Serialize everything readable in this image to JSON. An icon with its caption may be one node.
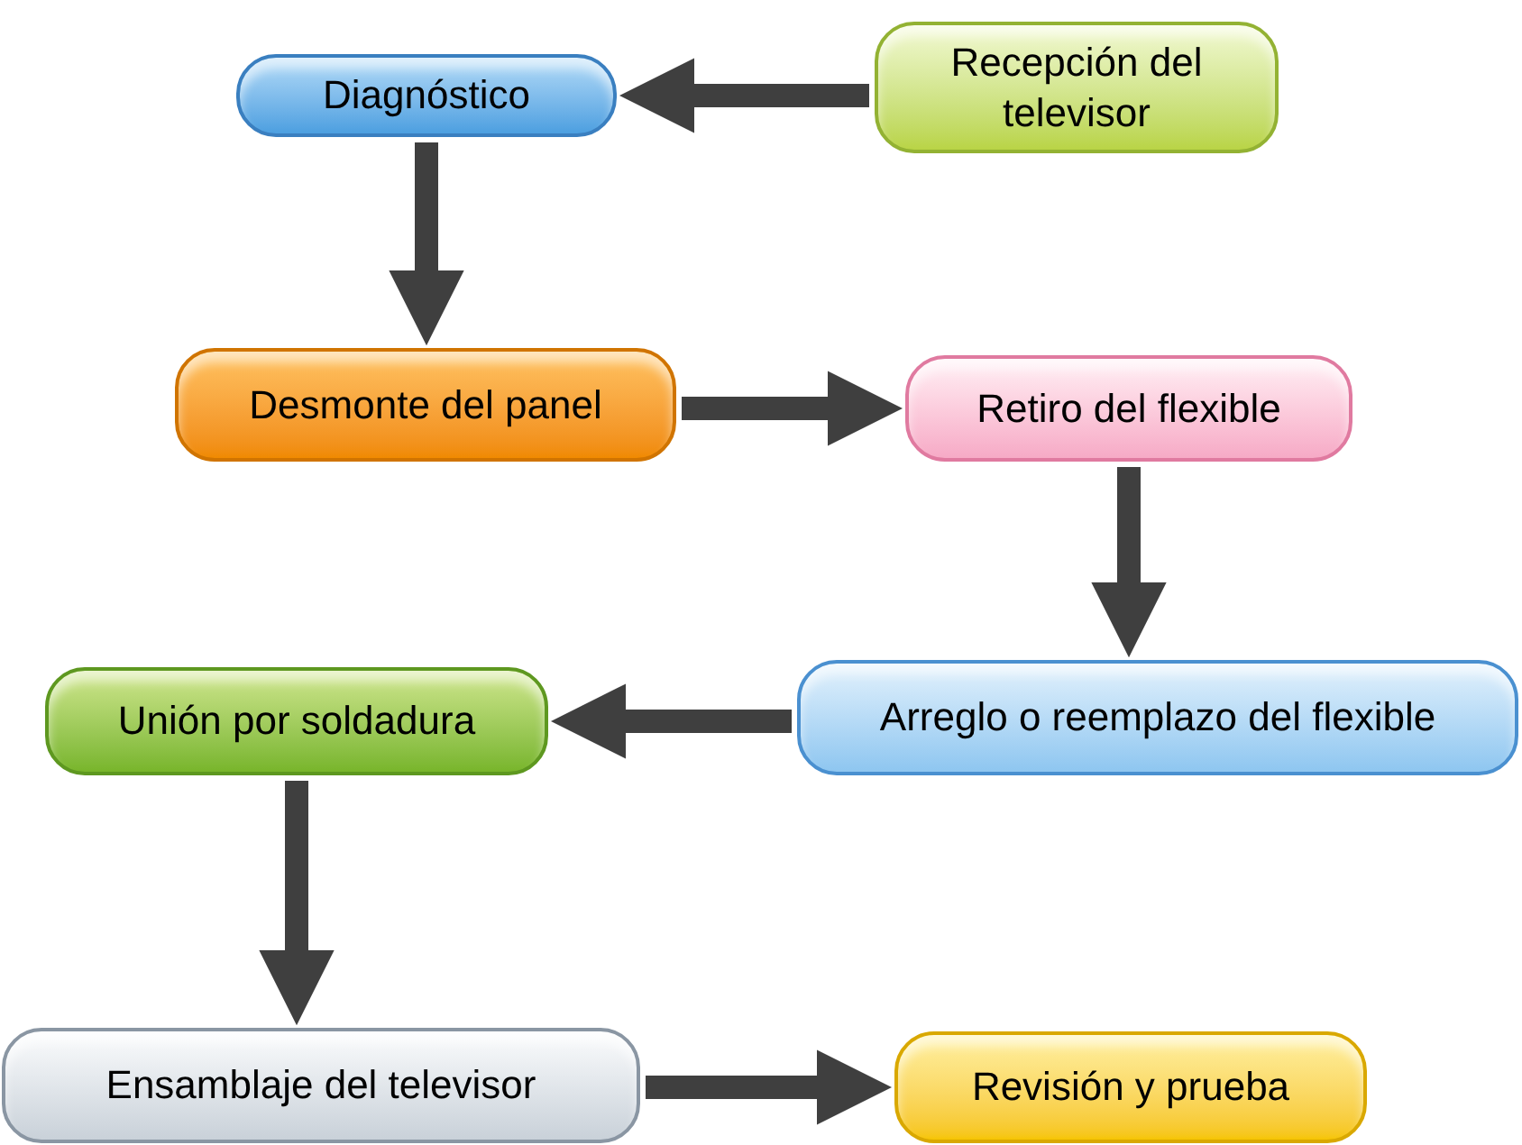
{
  "diagram": {
    "nodes": [
      {
        "text": [
          "Recepción del televisor"
        ]
      },
      {
        "text": [
          "Diagnóstico"
        ]
      },
      {
        "text": [
          "Desmonte del panel"
        ]
      },
      {
        "text": [
          "Retiro del flexible"
        ]
      },
      {
        "text": [
          "Arreglo o reemplazo del flexible"
        ]
      },
      {
        "text": [
          "Unión por soldadura"
        ]
      },
      {
        "text": [
          "Ensamblaje del televisor"
        ]
      },
      {
        "text": [
          "Revisión y prueba"
        ]
      }
    ],
    "edges": [
      {
        "from": 0,
        "to": 1,
        "arrow": "to"
      },
      {
        "from": 1,
        "to": 2,
        "arrow": "to"
      },
      {
        "from": 2,
        "to": 3,
        "arrow": "to"
      },
      {
        "from": 3,
        "to": 4,
        "arrow": "to"
      },
      {
        "from": 4,
        "to": 5,
        "arrow": "to"
      },
      {
        "from": 5,
        "to": 6,
        "arrow": "to"
      },
      {
        "from": 6,
        "to": 7,
        "arrow": "to"
      }
    ]
  }
}
